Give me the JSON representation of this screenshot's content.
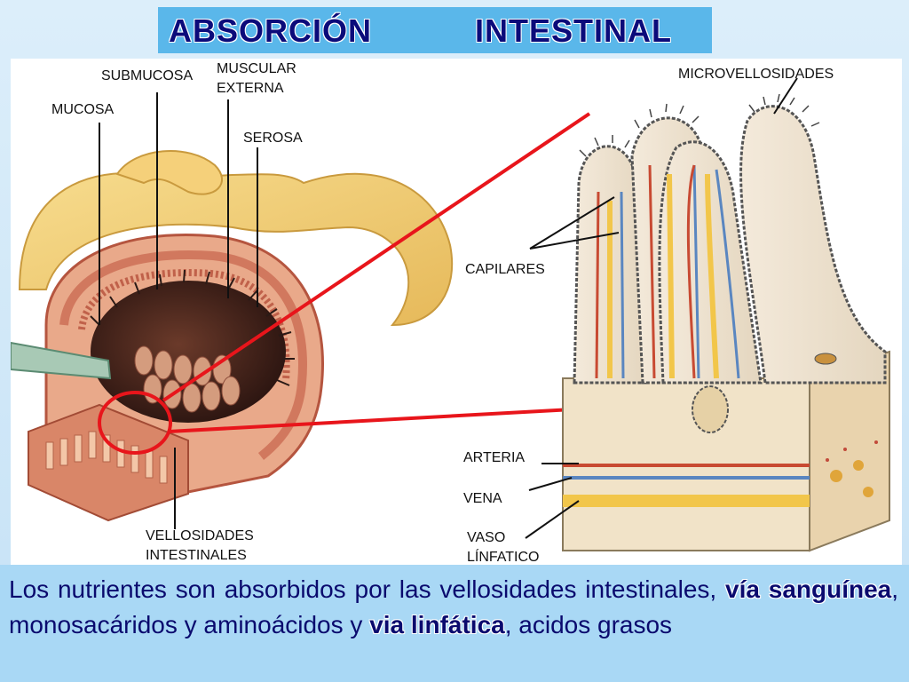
{
  "title": "ABSORCIÓN    INTESTINAL",
  "labels": {
    "submucosa": "SUBMUCOSA",
    "muscular_externa_1": "MUSCULAR",
    "muscular_externa_2": "EXTERNA",
    "mucosa": "MUCOSA",
    "serosa": "SEROSA",
    "vellosidades_1": "VELLOSIDADES",
    "vellosidades_2": "INTESTINALES",
    "microvellosidades": "MICROVELLOSIDADES",
    "capilares": "CAPILARES",
    "arteria": "ARTERIA",
    "vena": "VENA",
    "vaso_1": "VASO",
    "vaso_2": "LÍNFATICO"
  },
  "caption": {
    "part1": "Los nutrientes son absorbidos por las vellosidades intestinales, ",
    "bold1": "vía sanguínea",
    "part2": ", monosacáridos y aminoácidos y ",
    "bold2": "via linfática",
    "part3": ", acidos grasos"
  },
  "colors": {
    "title_bg": "#5ab7ea",
    "title_text": "#0b0b7a",
    "caption_bg": "#a9d8f5",
    "highlight_red": "#e8151b",
    "artery_red": "#c84a32",
    "vein_blue": "#5a86c0",
    "lymph_yellow": "#f2c64a"
  }
}
